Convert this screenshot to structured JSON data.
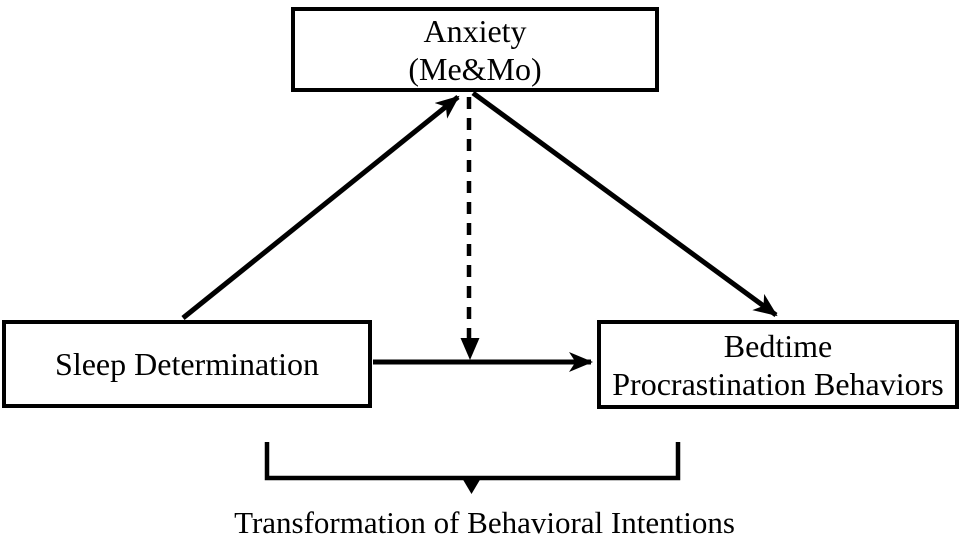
{
  "diagram": {
    "colors": {
      "ink": "#000000",
      "background": "#ffffff"
    },
    "nodes": {
      "anxiety": {
        "line1": "Anxiety",
        "line2": "(Me&Mo)"
      },
      "sleep_determination": {
        "label": "Sleep Determination"
      },
      "bedtime_procrastination": {
        "line1": "Bedtime",
        "line2": "Procrastination Behaviors"
      }
    },
    "caption": "Transformation of Behavioral Intentions",
    "edges": [
      {
        "from": "Sleep Determination",
        "to": "Anxiety (Me&Mo)",
        "style": "solid",
        "arrow": "end"
      },
      {
        "from": "Anxiety (Me&Mo)",
        "to": "Bedtime Procrastination Behaviors",
        "style": "solid",
        "arrow": "end"
      },
      {
        "from": "Sleep Determination",
        "to": "Bedtime Procrastination Behaviors",
        "style": "solid",
        "arrow": "end"
      },
      {
        "from": "Anxiety (Me&Mo)",
        "to": "path Sleep Determination to Bedtime Procrastination Behaviors",
        "style": "dashed",
        "arrow": "end"
      },
      {
        "from": "bracket under Sleep Determination to Bedtime Procrastination Behaviors path",
        "to": "Transformation of Behavioral Intentions",
        "style": "bracket",
        "arrow": "end"
      }
    ]
  }
}
